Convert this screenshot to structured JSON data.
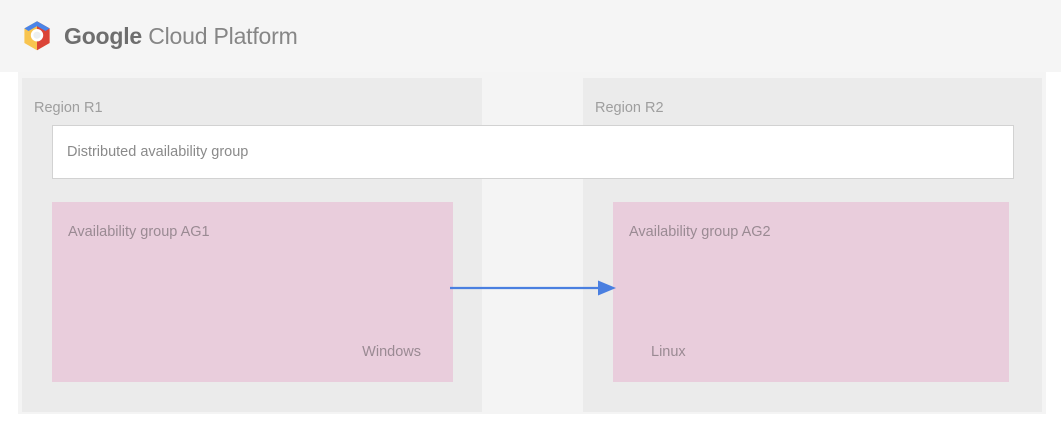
{
  "header": {
    "logo_icon": "google-cloud-platform-hexagon-icon",
    "brand_primary": "Google",
    "brand_secondary": "Cloud Platform",
    "logo_colors": {
      "top": "#4a84e8",
      "left": "#f8c44f",
      "right": "#db4437",
      "center": "#ffffff"
    },
    "background": "#f5f5f5"
  },
  "diagram": {
    "background": "#f4f4f4",
    "regions": [
      {
        "id": "r1",
        "label": "Region R1",
        "background": "#ebebeb"
      },
      {
        "id": "r2",
        "label": "Region R2",
        "background": "#ebebeb"
      }
    ],
    "distributed_group": {
      "label": "Distributed availability group",
      "background": "#ffffff",
      "border_color": "#d2d2d2"
    },
    "availability_groups": [
      {
        "id": "ag1",
        "title": "Availability group AG1",
        "os": "Windows",
        "background": "#e9cddc",
        "text_color": "#9a8a93"
      },
      {
        "id": "ag2",
        "title": "Availability group AG2",
        "os": "Linux",
        "background": "#e9cddc",
        "text_color": "#9a8a93"
      }
    ],
    "connector": {
      "name": "replication-arrow",
      "direction": "right",
      "from": "ag1",
      "to": "ag2",
      "color": "#4a7fe0"
    }
  }
}
